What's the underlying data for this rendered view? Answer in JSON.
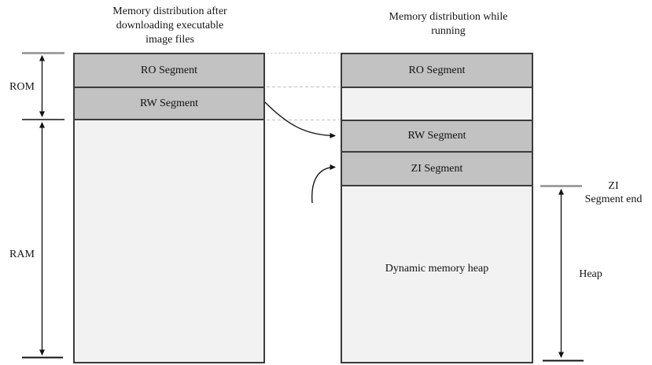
{
  "diagram": {
    "left_panel": {
      "title_lines": [
        "Memory distribution after",
        "downloading executable",
        "image files"
      ],
      "segments": [
        {
          "label": "RO Segment"
        },
        {
          "label": "RW Segment"
        },
        {
          "label": ""
        }
      ]
    },
    "right_panel": {
      "title_lines": [
        "Memory distribution while",
        "running"
      ],
      "segments": [
        {
          "label": "RO Segment"
        },
        {
          "label": ""
        },
        {
          "label": "RW Segment"
        },
        {
          "label": "ZI Segment"
        },
        {
          "label": "Dynamic memory heap"
        }
      ]
    },
    "side_labels": {
      "rom": "ROM",
      "ram": "RAM",
      "zi_end_line1": "ZI",
      "zi_end_line2": "Segment end",
      "heap": "Heap"
    },
    "colors": {
      "segment_fill": "#c2c2c2",
      "empty_fill": "#f2f2f2",
      "border": "#3b3b3b",
      "background": "#ffffff"
    }
  }
}
